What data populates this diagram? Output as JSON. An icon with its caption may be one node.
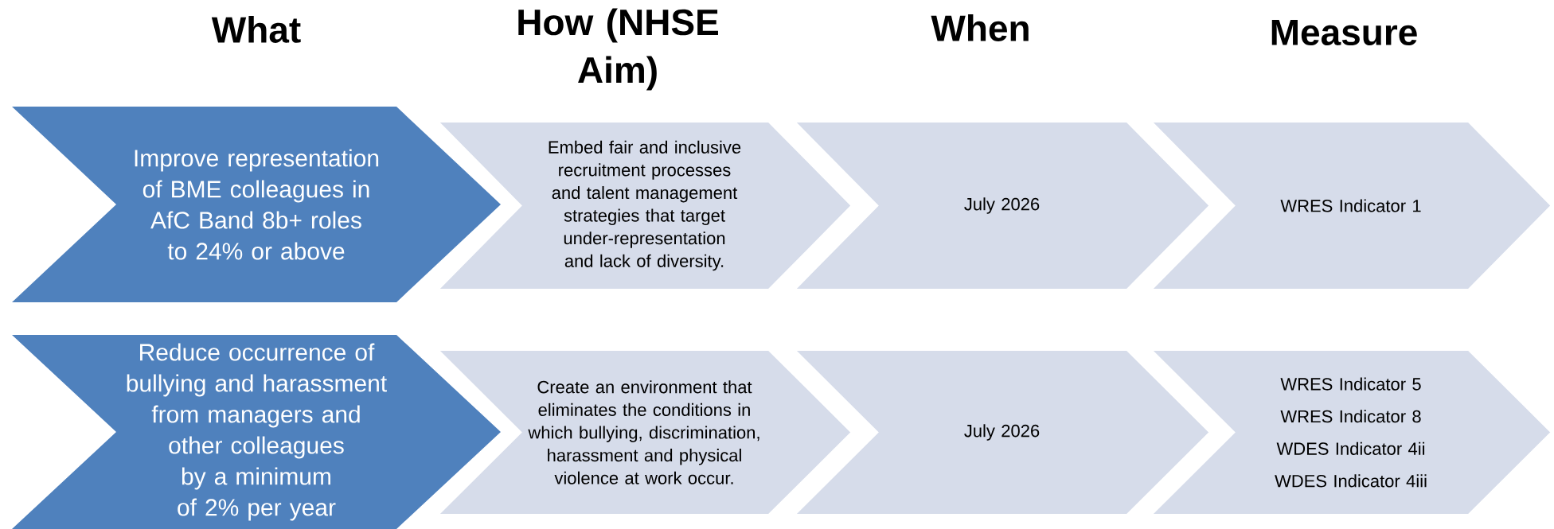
{
  "diagram": {
    "nodes": [
      {
        "text": [
          "Improve representation of BME colleagues in AfC Band 8b+ roles to 24% or above"
        ]
      },
      {
        "text": [
          "Embed fair and inclusive recruitment processes and talent management strategies that target under-representation and lack of diversity."
        ]
      },
      {
        "text": [
          "July 2026"
        ]
      },
      {
        "text": [
          "WRES Indicator 1"
        ]
      },
      {
        "text": [
          "Reduce occurrence of bullying and harassment from managers and other colleagues by a minimum of 2% per year"
        ]
      },
      {
        "text": [
          "Create an environment that eliminates the conditions in which bullying, discrimination, harassment and physical violence at work occur."
        ]
      },
      {
        "text": [
          "July 2026"
        ]
      },
      {
        "text": [
          "WRES Indicator 5",
          "WRES Indicator 8",
          "WDES Indicator 4ii",
          "WDES Indicator 4iii"
        ]
      }
    ],
    "labels": [
      "What",
      "How (NHSE Aim)",
      "When",
      "Measure"
    ]
  }
}
